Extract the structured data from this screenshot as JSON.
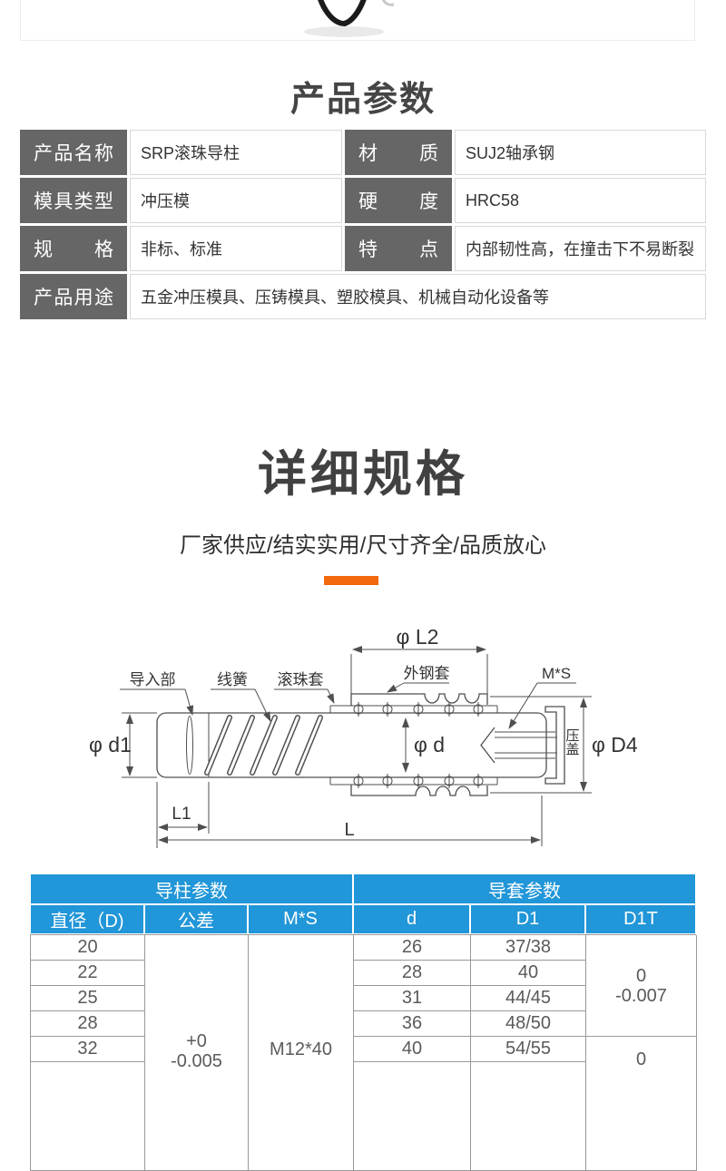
{
  "colors": {
    "accent_orange": "#f2690d",
    "table_blue": "#2196d8",
    "label_gray": "#666666"
  },
  "photo": {
    "icon": "spring-photo-fragment"
  },
  "section_params": {
    "title": "产品参数"
  },
  "param_table": {
    "rows": [
      {
        "label1": "产品名称",
        "value1": "SRP滚珠导柱",
        "label2": "材质",
        "value2": "SUJ2轴承钢"
      },
      {
        "label1": "模具类型",
        "value1": "冲压模",
        "label2": "硬度",
        "value2": "HRC58"
      },
      {
        "label1": "规格",
        "value1": "非标、标准",
        "label2": "特点",
        "value2": "内部韧性高，在撞击下不易断裂"
      }
    ],
    "full_row": {
      "label": "产品用途",
      "value": "五金冲压模具、压铸模具、塑胶模具、机械自动化设备等"
    }
  },
  "section_specs": {
    "title": "详细规格",
    "subtitle": "厂家供应/结实实用/尺寸齐全/品质放心"
  },
  "diagram": {
    "labels": {
      "lead_in": "导入部",
      "wire_spring": "线簧",
      "ball_sleeve": "滚珠套",
      "outer_steel_sleeve": "外钢套",
      "screw": "M*S",
      "cap": "压盖"
    },
    "dims": {
      "l2": "φ L2",
      "d1": "φ d1",
      "d": "φ d",
      "d4": "φ D4",
      "l1": "L1",
      "l": "L"
    }
  },
  "spec_table": {
    "group_headers": {
      "post": "导柱参数",
      "sleeve": "导套参数"
    },
    "columns": {
      "c1": "直径（D)",
      "c2": "公差",
      "c3": "M*S",
      "c4": "d",
      "c5": "D1",
      "c6": "D1T"
    },
    "rows": [
      {
        "D": "20",
        "d": "26",
        "D1": "37/38"
      },
      {
        "D": "22",
        "d": "28",
        "D1": "40"
      },
      {
        "D": "25",
        "d": "31",
        "D1": "44/45"
      },
      {
        "D": "28",
        "d": "36",
        "D1": "48/50"
      },
      {
        "D": "32",
        "d": "40",
        "D1": "54/55"
      }
    ],
    "tolerance": {
      "line1": "+0",
      "line2": "-0.005"
    },
    "ms": "M12*40",
    "d1t_group1": {
      "line1": "0",
      "line2": "-0.007"
    },
    "d1t_group2": {
      "line1": "0"
    }
  }
}
